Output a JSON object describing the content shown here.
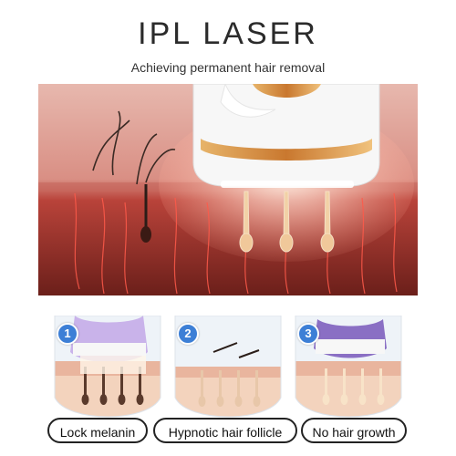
{
  "header": {
    "title": "IPL LASER",
    "subtitle": "Achieving permanent hair removal"
  },
  "steps": [
    {
      "number": "1",
      "label": "Lock melanin"
    },
    {
      "number": "2",
      "label": "Hypnotic hair follicle"
    },
    {
      "number": "3",
      "label": "No hair growth"
    }
  ],
  "colors": {
    "skin_dark": "#7a2a22",
    "skin_light": "#e9b9ad",
    "device_white": "#f7f7f7",
    "device_gold": "#d89a4e",
    "badge_blue": "#3d7fd6",
    "device_purple": "#8a6fc4"
  }
}
